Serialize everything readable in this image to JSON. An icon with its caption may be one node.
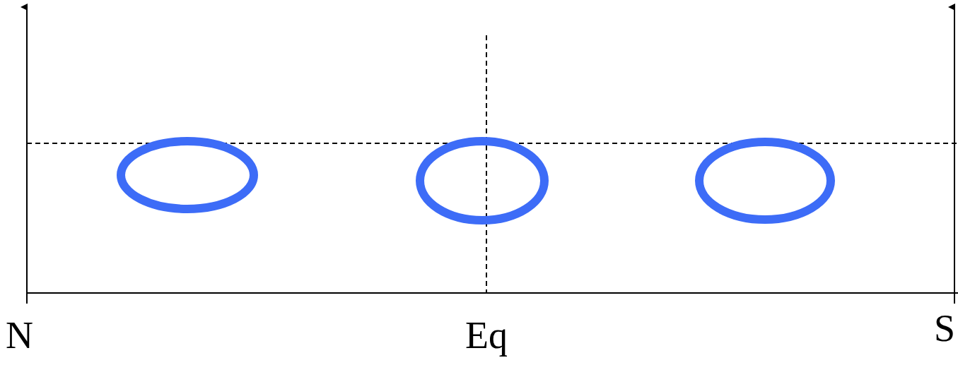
{
  "diagram": {
    "nodes": [
      {
        "text": [],
        "shape": "circle"
      },
      {
        "text": [],
        "shape": "circle"
      },
      {
        "text": [],
        "shape": "circle"
      }
    ],
    "labels": [
      "N",
      "Eq",
      "S"
    ]
  }
}
